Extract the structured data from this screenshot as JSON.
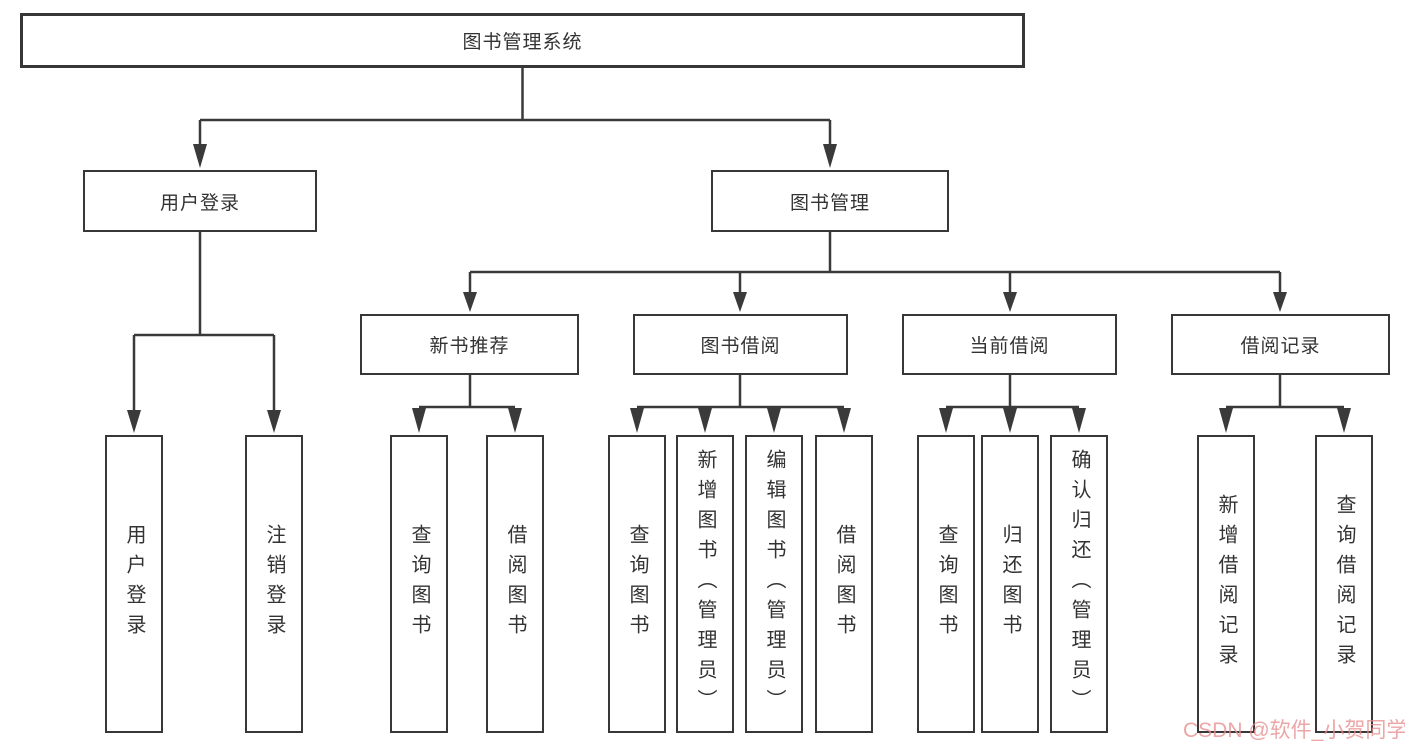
{
  "tree": {
    "root": "图书管理系统",
    "user_login": {
      "label": "用户登录",
      "children": [
        "用户登录",
        "注销登录"
      ]
    },
    "book_mgmt": {
      "label": "图书管理",
      "groups": [
        {
          "label": "新书推荐",
          "children": [
            "查询图书",
            "借阅图书"
          ]
        },
        {
          "label": "图书借阅",
          "children": [
            "查询图书",
            "新增图书（管理员）",
            "编辑图书（管理员）",
            "借阅图书"
          ]
        },
        {
          "label": "当前借阅",
          "children": [
            "查询图书",
            "归还图书",
            "确认归还（管理员）"
          ]
        },
        {
          "label": "借阅记录",
          "children": [
            "新增借阅记录",
            "查询借阅记录"
          ]
        }
      ]
    }
  },
  "colors": {
    "line": "#3a3a3a",
    "text": "#333333",
    "watermark": "#e78d8d"
  },
  "watermark": "CSDN @软件_小贺同学"
}
